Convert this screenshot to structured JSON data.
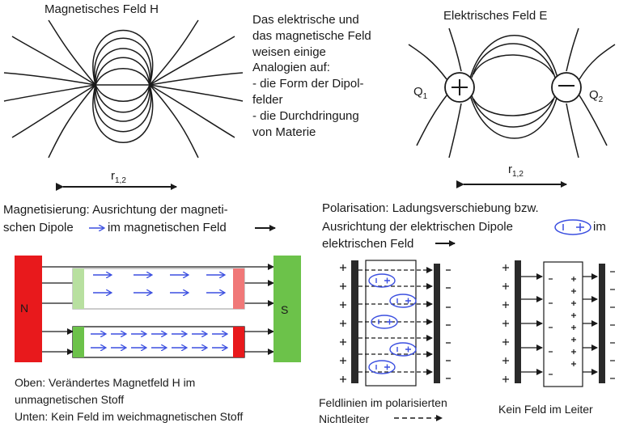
{
  "magnetic_panel": {
    "title": "Magnetisches Feld H",
    "distance_label": "r",
    "distance_sub": "1,2",
    "magnetization_line1": "Magnetisierung: Ausrichtung der magneti-",
    "magnetization_line2_a": "schen Dipole",
    "magnetization_line2_b": "im magnetischen Feld",
    "pole_n": "N",
    "pole_s": "S",
    "caption_line1": "Oben: Verändertes Magnetfeld H im",
    "caption_line2": "unmagnetischen Stoff",
    "caption_line3": "Unten: Kein Feld im weichmagnetischen Stoff"
  },
  "center_text": {
    "lines": [
      "Das elektrische und",
      "das magnetische Feld",
      "weisen einige",
      "Analogien auf:",
      "- die Form der Dipol-",
      "felder",
      "- die Durchdringung",
      "von Materie"
    ]
  },
  "electric_panel": {
    "title": "Elektrisches Feld E",
    "charge1": "Q",
    "charge1_sub": "1",
    "charge2": "Q",
    "charge2_sub": "2",
    "distance_label": "r",
    "distance_sub": "1,2",
    "polarization_line1": "Polarisation: Ladungsverschiebung bzw.",
    "polarization_line2_a": "Ausrichtung der elektrischen Dipole",
    "polarization_line2_b": "im",
    "polarization_line3": "elektrischen Feld",
    "caption_left_line1": "Feldlinien im polarisierten",
    "caption_left_line2": "Nichtleiter",
    "caption_right": "Kein Feld im Leiter"
  },
  "colors": {
    "north_pole": "#e8191c",
    "south_pole": "#6cc24a",
    "dipole_blue": "#3b4fe0",
    "ink": "#1a1a1a"
  }
}
